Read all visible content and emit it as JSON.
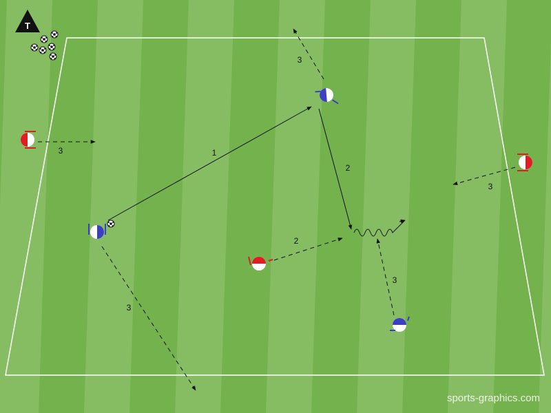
{
  "diagram": {
    "trainer_label": "T",
    "credit": "sports-graphics.com",
    "colors": {
      "stripe_light": "#86bd62",
      "stripe_dark": "#74b24e",
      "line": "#ffffff",
      "team_red": "#e31b23",
      "team_blue": "#3b3fc1",
      "arrow": "#111111"
    },
    "labels": {
      "pass_1": "1",
      "pass_2": "2",
      "run_2": "2",
      "blue_left_run": "3",
      "blue_top_run": "3",
      "blue_bottom_run": "3",
      "red_left_run": "3",
      "red_right_run": "3"
    }
  }
}
